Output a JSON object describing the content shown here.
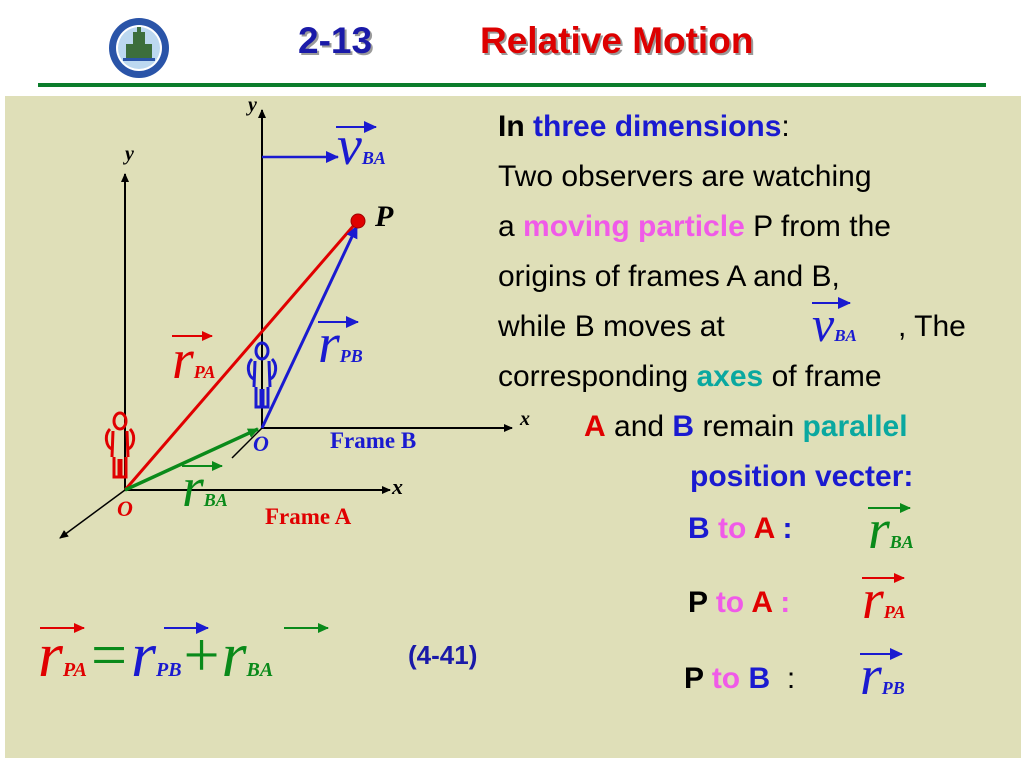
{
  "header": {
    "section_number": "2-13",
    "title": "Relative Motion"
  },
  "diagram": {
    "axis_y_a": "y",
    "axis_x_a": "x",
    "origin_a": "O",
    "frame_a": "Frame A",
    "axis_y_b": "y",
    "axis_x_b": "x",
    "origin_b": "O",
    "frame_b": "Frame B",
    "particle": "P",
    "vec_r_pa": {
      "symbol": "r",
      "sub": "PA"
    },
    "vec_r_pb": {
      "symbol": "r",
      "sub": "PB"
    },
    "vec_r_ba": {
      "symbol": "r",
      "sub": "BA"
    },
    "vec_v_ba": {
      "symbol": "v",
      "sub": "BA"
    }
  },
  "text": {
    "line1_in": "In",
    "line1_three": "three dimensions",
    "line1_colon": ":",
    "line2": "Two observers are watching",
    "line3_a": "a",
    "line3_moving": "moving particle",
    "line3_rest": "P from the",
    "line4": "origins of frames A and B,",
    "line5_a": "while B moves at",
    "line5_v": {
      "symbol": "v",
      "sub": "BA"
    },
    "line5_b": ", The",
    "line6_a": "corresponding",
    "line6_axes": "axes",
    "line6_b": "of frame",
    "line7_A": "A",
    "line7_and": "and",
    "line7_B": "B",
    "line7_remain": "remain",
    "line7_parallel": "parallel",
    "position_heading": "position vecter:",
    "rows": [
      {
        "from": "B",
        "to_word": "to",
        "to": "A",
        "colon": ":",
        "symbol": "r",
        "sub": "BA"
      },
      {
        "from": "P",
        "to_word": "to",
        "to": "A",
        "colon": ":",
        "symbol": "r",
        "sub": "PA"
      },
      {
        "from": "P",
        "to_word": "to",
        "to": "B",
        "colon": ":",
        "symbol": "r",
        "sub": "PB"
      }
    ]
  },
  "equation": {
    "lhs": {
      "symbol": "r",
      "sub": "PA"
    },
    "equals": "=",
    "term1": {
      "symbol": "r",
      "sub": "PB"
    },
    "plus": "+",
    "term2": {
      "symbol": "r",
      "sub": "BA"
    },
    "number": "(4-41)"
  },
  "colors": {
    "title_blue": "#1a1aa8",
    "title_red": "#dd0000",
    "rule_green": "#0b7d2b",
    "panel_bg": "#dfdfb8",
    "vec_red": "#e00000",
    "vec_blue": "#1a1ad0",
    "vec_green": "#0a8a1a"
  }
}
